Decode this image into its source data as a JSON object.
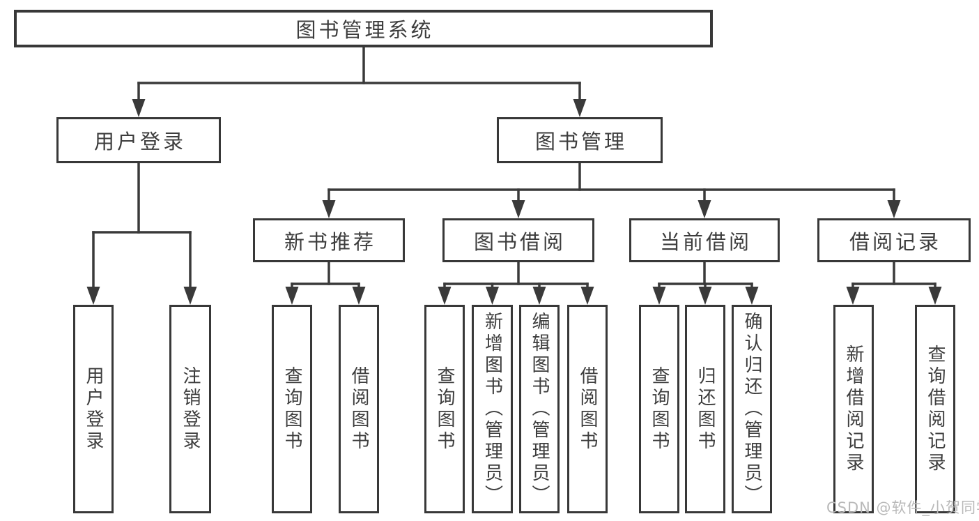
{
  "diagram": {
    "root": {
      "label": "图书管理系统"
    },
    "branches": [
      {
        "label": "用户登录",
        "children": [
          {
            "label": "用户登录"
          },
          {
            "label": "注销登录"
          }
        ]
      },
      {
        "label": "图书管理",
        "children": [
          {
            "label": "新书推荐",
            "children": [
              {
                "label": "查询图书"
              },
              {
                "label": "借阅图书"
              }
            ]
          },
          {
            "label": "图书借阅",
            "children": [
              {
                "label": "查询图书"
              },
              {
                "label": "新增图书（管理员）"
              },
              {
                "label": "编辑图书（管理员）"
              },
              {
                "label": "借阅图书"
              }
            ]
          },
          {
            "label": "当前借阅",
            "children": [
              {
                "label": "查询图书"
              },
              {
                "label": "归还图书"
              },
              {
                "label": "确认归还（管理员）"
              }
            ]
          },
          {
            "label": "借阅记录",
            "children": [
              {
                "label": "新增借阅记录"
              },
              {
                "label": "查询借阅记录"
              }
            ]
          }
        ]
      }
    ],
    "watermark": {
      "text": "CSDN @软件_小贺同学",
      "color": "#b9b9b9"
    },
    "colors": {
      "line": "#3a3a3a",
      "text": "#3d3d3d",
      "background": "#ffffff"
    }
  }
}
